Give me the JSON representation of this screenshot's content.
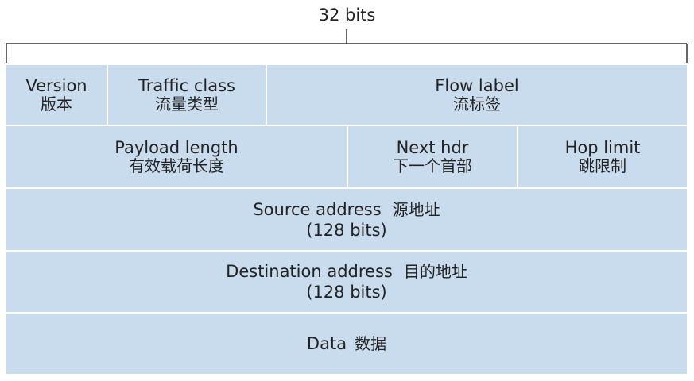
{
  "header": {
    "width_label": "32 bits"
  },
  "fields": {
    "version": {
      "en": "Version",
      "zh": "版本"
    },
    "traffic_class": {
      "en": "Traffic class",
      "zh": "流量类型"
    },
    "flow_label": {
      "en": "Flow label",
      "zh": "流标签"
    },
    "payload_length": {
      "en": "Payload length",
      "zh": "有效载荷长度"
    },
    "next_hdr": {
      "en": "Next hdr",
      "zh": "下一个首部"
    },
    "hop_limit": {
      "en": "Hop limit",
      "zh": "跳限制"
    },
    "source_address": {
      "en": "Source address",
      "zh": "源地址",
      "size": "(128 bits)"
    },
    "destination_address": {
      "en": "Destination address",
      "zh": "目的地址",
      "size": "(128 bits)"
    },
    "data": {
      "en": "Data",
      "zh": "数据"
    }
  },
  "colors": {
    "field_fill": "#c9dced",
    "separator": "#ffffff",
    "text": "#222222",
    "bracket": "#333333"
  }
}
